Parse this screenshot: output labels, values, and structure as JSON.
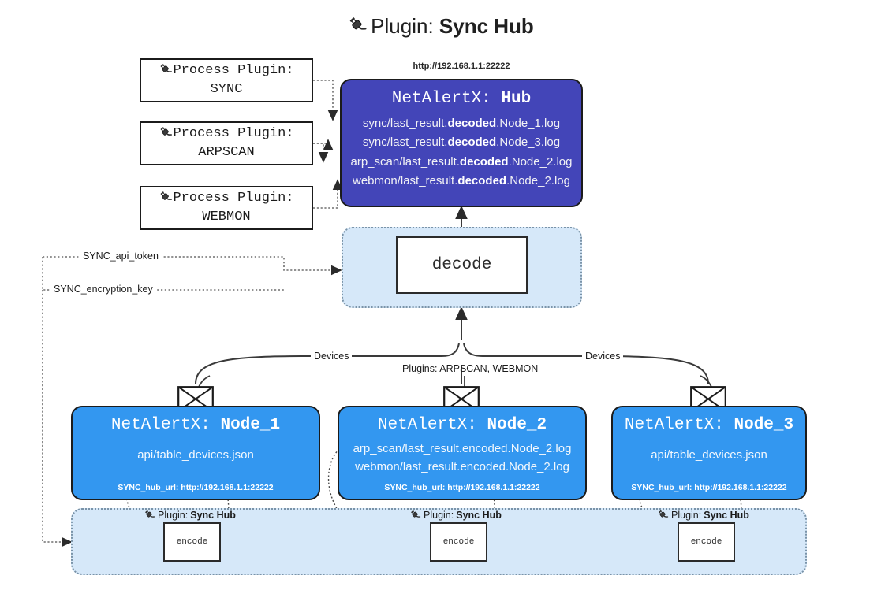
{
  "title": {
    "icon": "plug-icon",
    "prefix": "Plugin:",
    "name": "Sync Hub"
  },
  "process_plugins": [
    {
      "icon": "plug-icon",
      "line1": "Process Plugin:",
      "line2": "SYNC"
    },
    {
      "icon": "plug-icon",
      "line1": "Process Plugin:",
      "line2": "ARPSCAN"
    },
    {
      "icon": "plug-icon",
      "line1": "Process Plugin:",
      "line2": "WEBMON"
    }
  ],
  "hub": {
    "url": "http://192.168.1.1:22222",
    "title_prefix": "NetAlertX:",
    "title_name": "Hub",
    "logs": [
      {
        "pre": "sync/last_result.",
        "mid": "decoded",
        "post": ".Node_1.log"
      },
      {
        "pre": "sync/last_result.",
        "mid": "decoded",
        "post": ".Node_3.log"
      },
      {
        "pre": "arp_scan/last_result.",
        "mid": "decoded",
        "post": ".Node_2.log"
      },
      {
        "pre": "webmon/last_result.",
        "mid": "decoded",
        "post": ".Node_2.log"
      }
    ]
  },
  "decode": {
    "label": "decode"
  },
  "settings": {
    "api_token": "SYNC_api_token",
    "encryption_key": "SYNC_encryption_key"
  },
  "flow_labels": {
    "left_devices": "Devices",
    "center_plugins": "Plugins: ARPSCAN, WEBMON",
    "right_devices": "Devices"
  },
  "nodes": [
    {
      "icon": "envelope-icon",
      "title_prefix": "NetAlertX:",
      "title_name": "Node_1",
      "lines": [
        "api/table_devices.json"
      ],
      "footer": "SYNC_hub_url: http://192.168.1.1:22222"
    },
    {
      "icon": "envelope-icon",
      "title_prefix": "NetAlertX:",
      "title_name": "Node_2",
      "lines": [
        "arp_scan/last_result.encoded.Node_2.log",
        "webmon/last_result.encoded.Node_2.log"
      ],
      "footer": "SYNC_hub_url: http://192.168.1.1:22222"
    },
    {
      "icon": "envelope-icon",
      "title_prefix": "NetAlertX:",
      "title_name": "Node_3",
      "lines": [
        "api/table_devices.json"
      ],
      "footer": "SYNC_hub_url: http://192.168.1.1:22222"
    }
  ],
  "encoders": [
    {
      "icon": "plug-icon",
      "label_prefix": "Plugin:",
      "label_name": "Sync Hub",
      "box": "encode"
    },
    {
      "icon": "plug-icon",
      "label_prefix": "Plugin:",
      "label_name": "Sync Hub",
      "box": "encode"
    },
    {
      "icon": "plug-icon",
      "label_prefix": "Plugin:",
      "label_name": "Sync Hub",
      "box": "encode"
    }
  ],
  "colors": {
    "hub_fill": "#4345b8",
    "node_fill": "#3397f0",
    "container_fill": "#d6e8f9",
    "stroke": "#1b1b1b"
  }
}
